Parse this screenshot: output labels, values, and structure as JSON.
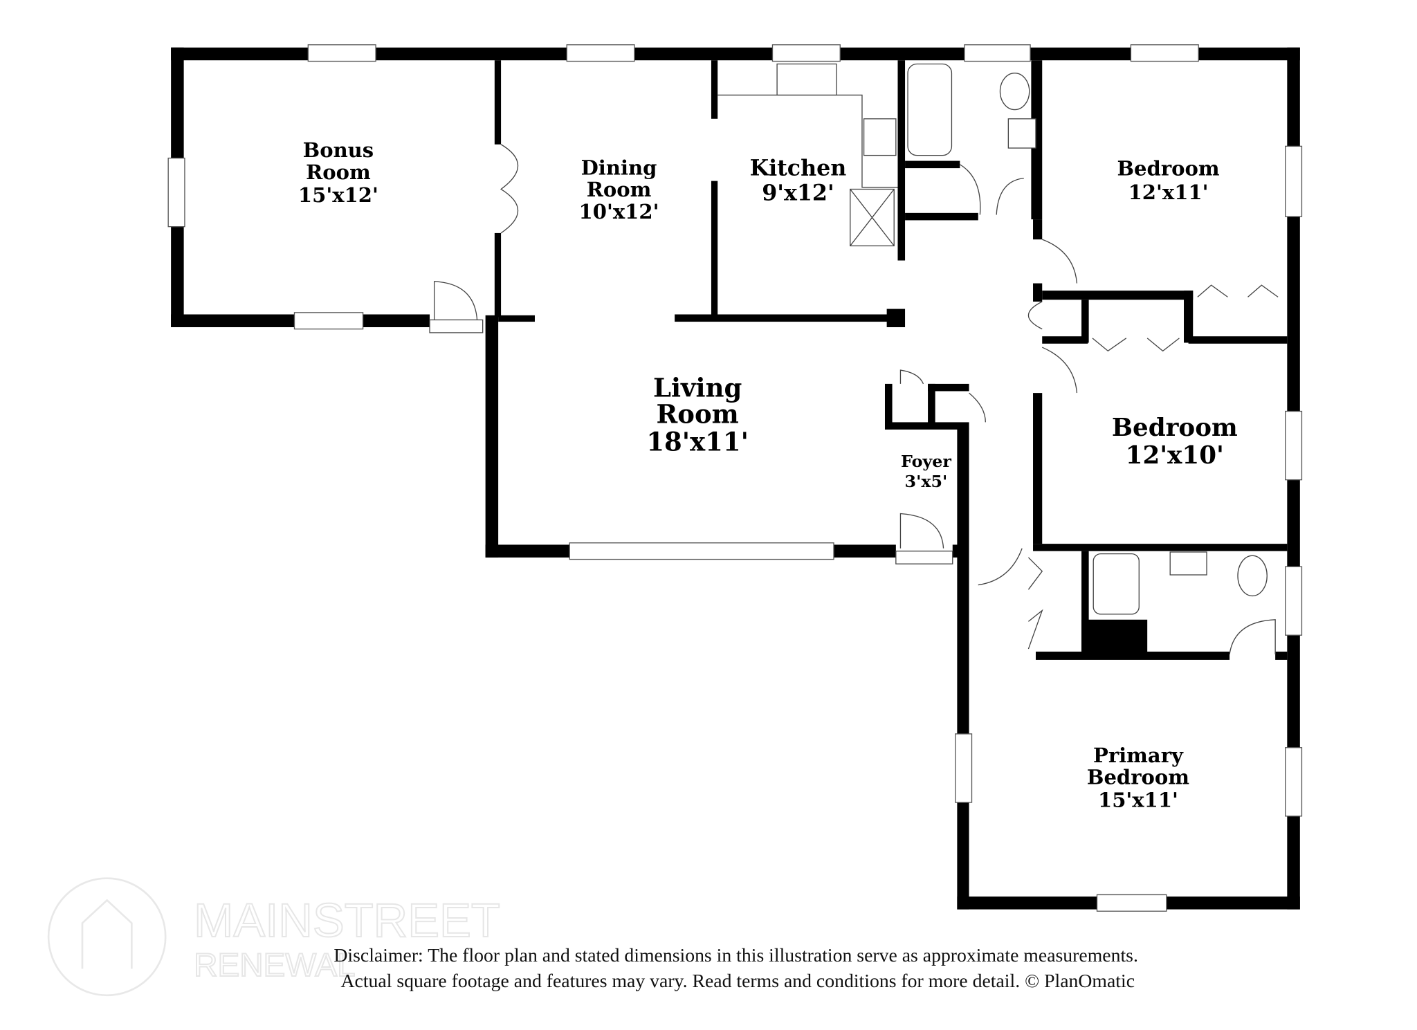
{
  "rooms": [
    {
      "name": "Bonus",
      "name2": "Room",
      "size": "15'x12'"
    },
    {
      "name": "Dining",
      "name2": "Room",
      "size": "10'x12'"
    },
    {
      "name": "Kitchen",
      "size": "9'x12'"
    },
    {
      "name": "Bedroom",
      "size": "12'x11'"
    },
    {
      "name": "Living",
      "name2": "Room",
      "size": "18'x11'"
    },
    {
      "name": "Foyer",
      "size": "3'x5'"
    },
    {
      "name": "Bedroom",
      "size": "12'x10'"
    },
    {
      "name": "Primary",
      "name2": "Bedroom",
      "size": "15'x11'"
    }
  ],
  "watermark": {
    "line1": "MAINSTREET",
    "line2": "RENEWAL"
  },
  "disclaimer": {
    "line1": "Disclaimer: The floor plan and stated dimensions in this illustration serve as approximate measurements.",
    "line2": "Actual square footage and features may vary. Read terms and conditions for more detail. © PlanOmatic"
  }
}
